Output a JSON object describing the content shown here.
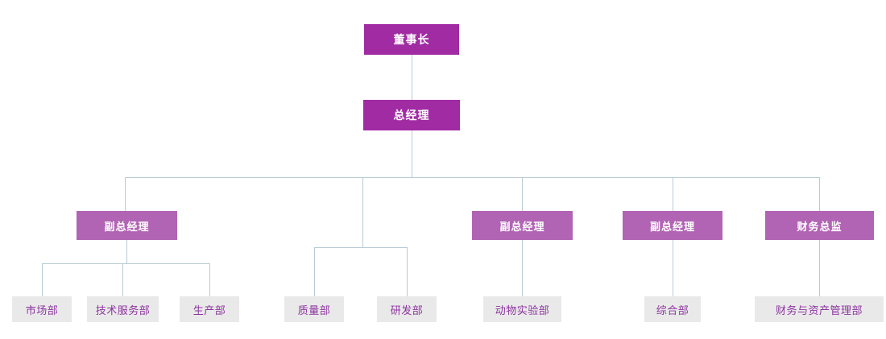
{
  "org": {
    "chairman": {
      "label": "董事长"
    },
    "general_manager": {
      "label": "总经理",
      "branches": [
        {
          "label": "副总经理",
          "departments": [
            {
              "label": "市场部"
            },
            {
              "label": "技术服务部"
            },
            {
              "label": "生产部"
            }
          ]
        },
        {
          "departments": [
            {
              "label": "质量部"
            },
            {
              "label": "研发部"
            }
          ]
        },
        {
          "label": "副总经理",
          "departments": [
            {
              "label": "动物实验部"
            }
          ]
        },
        {
          "label": "副总经理",
          "departments": [
            {
              "label": "综合部"
            }
          ]
        },
        {
          "label": "财务总监",
          "departments": [
            {
              "label": "财务与资产管理部"
            }
          ]
        }
      ]
    }
  },
  "colors": {
    "primary": "#a12ba3",
    "secondary": "#b164b4",
    "dept_bg": "#e9e9e9",
    "dept_text": "#8d35a0",
    "line": "#b9cbd4"
  }
}
